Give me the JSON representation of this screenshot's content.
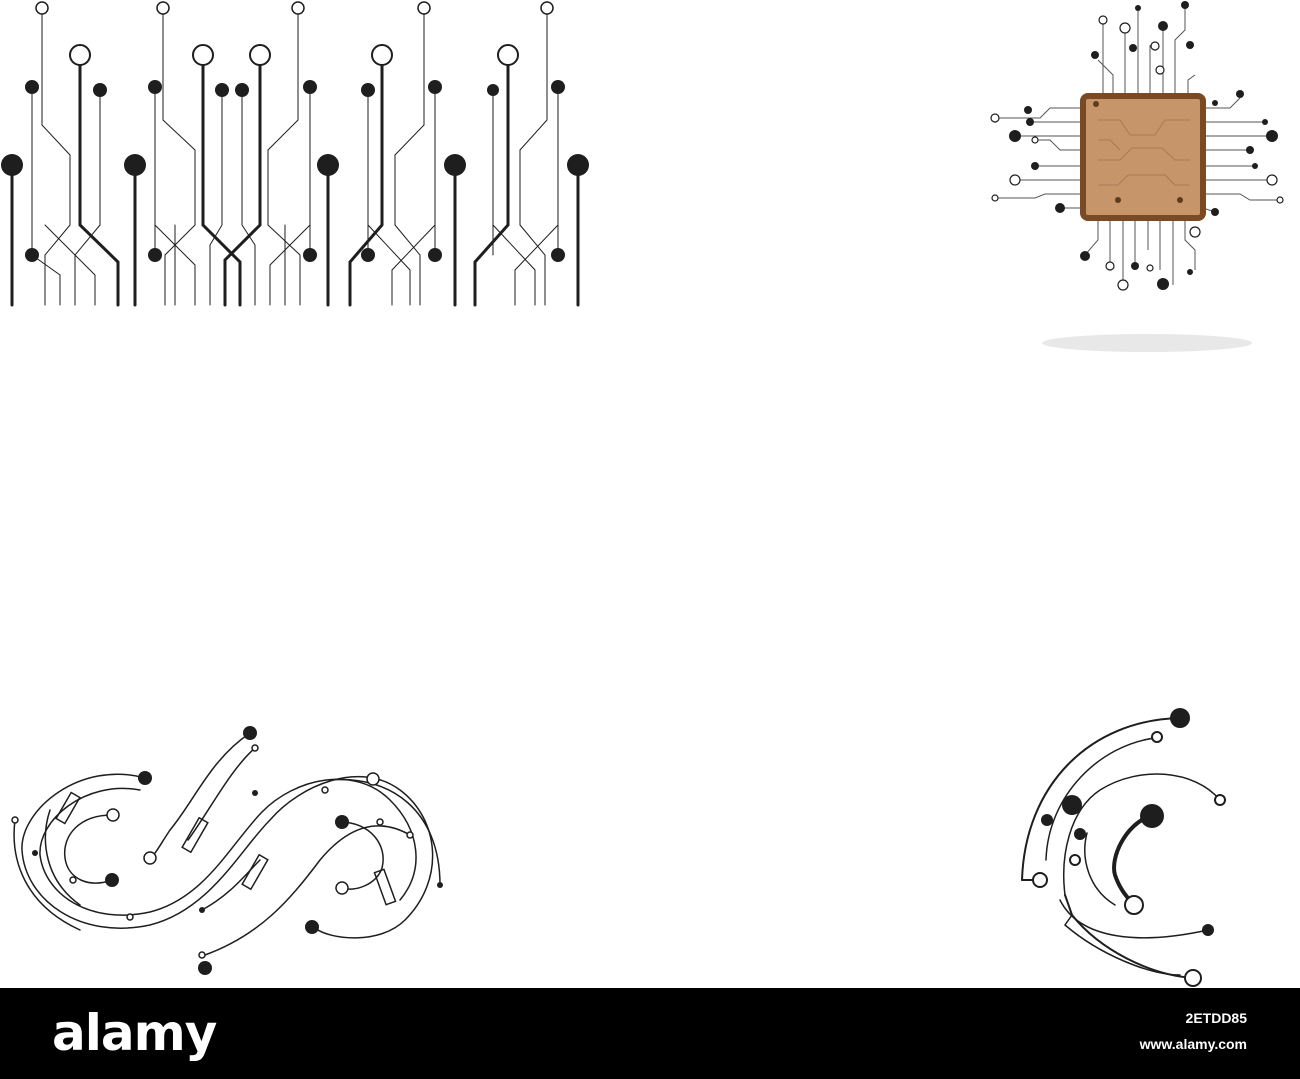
{
  "footer": {
    "logo_text": "alamy",
    "image_id": "2ETDD85",
    "site": "www.alamy.com"
  },
  "colors": {
    "background": "#ffffff",
    "circuit": "#1e1e1e",
    "chip_border": "#7a4a24",
    "chip_fill": "#c7956a",
    "footer_background": "#000000",
    "footer_text": "#ffffff"
  },
  "icons": [
    "circuit-lines-icon",
    "cpu-chip-icon",
    "infinity-circuit-icon",
    "letter-c-circuit-icon"
  ]
}
